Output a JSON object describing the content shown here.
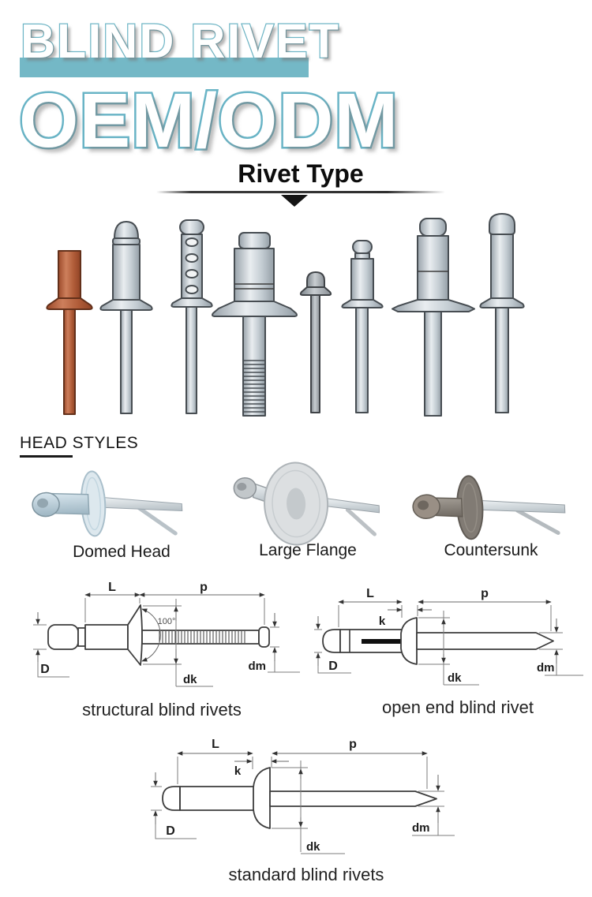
{
  "colors": {
    "accent_teal": "#74b8c6",
    "copper_rivet": "#b05c38",
    "silver_rivet": "#c3ccd2",
    "diagram_line": "#3d3d3d"
  },
  "header": {
    "title": "BLIND RIVET",
    "subtitle": "OEM/ODM"
  },
  "sections": {
    "rivet_type": {
      "heading": "Rivet Type"
    },
    "head_styles": {
      "heading": "HEAD STYLES",
      "items": [
        {
          "label": "Domed Head"
        },
        {
          "label": "Large Flange"
        },
        {
          "label": "Countersunk"
        }
      ]
    },
    "diagrams": [
      {
        "caption": "structural blind rivets",
        "dim_labels": {
          "L": "L",
          "p": "p",
          "D": "D",
          "dk": "dk",
          "dm": "dm",
          "angle": "100°"
        }
      },
      {
        "caption": "open end blind rivet",
        "dim_labels": {
          "L": "L",
          "k": "k",
          "p": "p",
          "D": "D",
          "dk": "dk",
          "dm": "dm"
        }
      },
      {
        "caption": "standard blind rivets",
        "dim_labels": {
          "L": "L",
          "k": "k",
          "p": "p",
          "D": "D",
          "dk": "dk",
          "dm": "dm"
        }
      }
    ]
  }
}
